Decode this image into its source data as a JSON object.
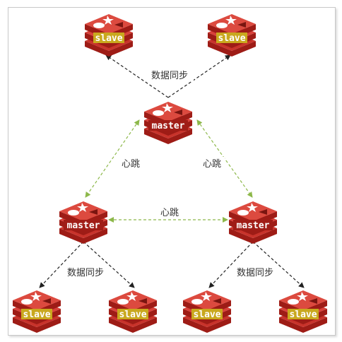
{
  "labels": {
    "sync": "数据同步",
    "heartbeat": "心跳"
  },
  "nodes": {
    "top_master": "master",
    "left_master": "master",
    "right_master": "master",
    "slave_top_left": "slave",
    "slave_top_right": "slave",
    "slave_bl1": "slave",
    "slave_bl2": "slave",
    "slave_br1": "slave",
    "slave_br2": "slave"
  },
  "colors": {
    "redis_red": "#c8332b",
    "redis_dark": "#9e1c16",
    "slave_label_bg": "#c9a81e",
    "master_label_bg": "#a01d17",
    "heartbeat_line": "#8db84a",
    "sync_line": "#222222"
  },
  "icon": "redis-logo-icon"
}
